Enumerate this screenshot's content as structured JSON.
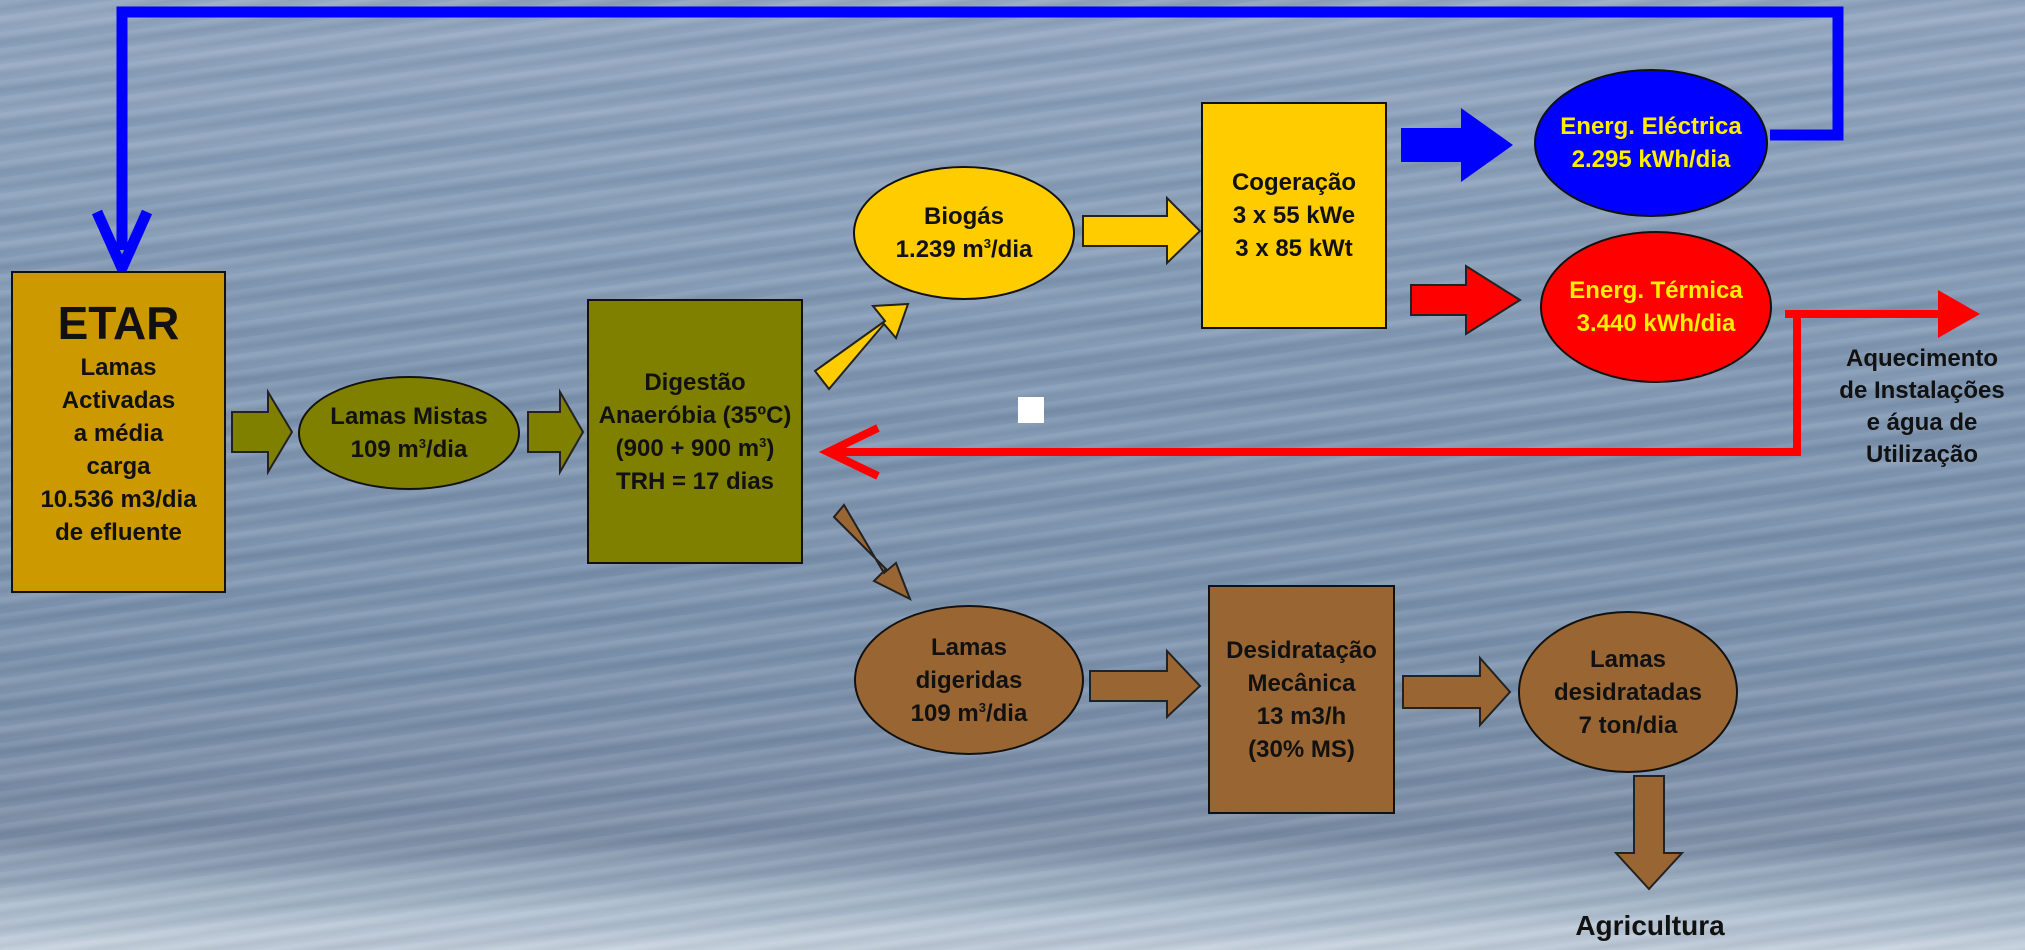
{
  "nodes": {
    "etar": {
      "title": "ETAR",
      "lines": [
        "Lamas",
        "Activadas",
        "a média",
        "carga",
        "10.536 m3/dia",
        "de efluente"
      ]
    },
    "lamas_mistas": {
      "line1": "Lamas Mistas",
      "line2": "109 m",
      "sup": "3",
      "line2_tail": "/dia"
    },
    "digestao": {
      "line1": "Digestão",
      "line2": "Anaeróbia (35ºC)",
      "line3": "(900 + 900 m",
      "line3_sup": "3",
      "line3_tail": ")",
      "line4": "TRH = 17 dias"
    },
    "biogas": {
      "line1": "Biogás",
      "line2": "1.239 m",
      "sup": "3",
      "line2_tail": "/dia"
    },
    "cogeracao": {
      "lines": [
        "Cogeração",
        "3 x 55 kWe",
        "3 x 85 kWt"
      ]
    },
    "energ_electrica": {
      "lines": [
        "Energ. Eléctrica",
        "2.295 kWh/dia"
      ]
    },
    "energ_termica": {
      "lines": [
        "Energ. Térmica",
        "3.440 kWh/dia"
      ]
    },
    "aquecimento": {
      "lines": [
        "Aquecimento",
        "de Instalações",
        "e água de",
        "Utilização"
      ]
    },
    "lamas_digeridas": {
      "line1": "Lamas",
      "line2": "digeridas",
      "line3": "109  m",
      "sup": "3",
      "line3_tail": "/dia"
    },
    "desidratacao": {
      "lines": [
        "Desidratação",
        "Mecânica",
        "13 m3/h",
        "(30% MS)"
      ]
    },
    "lamas_desidratadas": {
      "lines": [
        "Lamas",
        "desidratadas",
        "7 ton/dia"
      ]
    },
    "agricultura": {
      "label": "Agricultura"
    }
  },
  "colors": {
    "etar": "#cc9900",
    "olive": "#808000",
    "yellow": "#ffcc00",
    "blue": "#0000ff",
    "red": "#ff0000",
    "brown": "#996633"
  }
}
